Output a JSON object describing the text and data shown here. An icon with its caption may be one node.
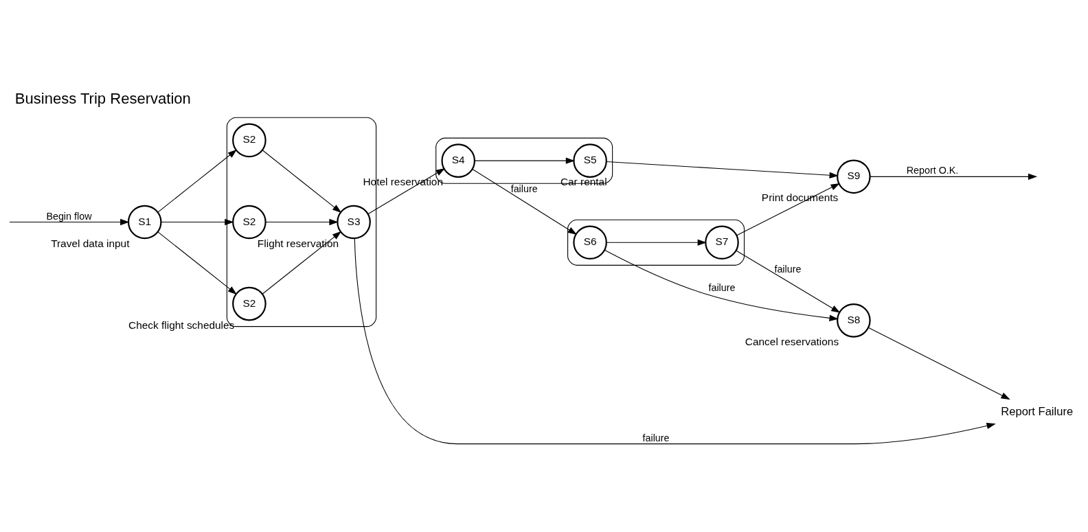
{
  "diagram": {
    "title": "Business Trip Reservation",
    "nodes": [
      {
        "text": [],
        "shape": "box"
      },
      {
        "text": [
          "S1"
        ],
        "beside": [
          "Travel data input"
        ]
      },
      {
        "text": [
          "S2"
        ],
        "in": 0
      },
      {
        "text": [
          "S2"
        ],
        "in": 0
      },
      {
        "text": [
          "S2"
        ],
        "in": 0,
        "beside": [
          "Check flight schedules"
        ]
      },
      {
        "text": [
          "S3"
        ],
        "in": 0,
        "beside": [
          "Flight reservation"
        ]
      },
      {
        "text": [],
        "shape": "box"
      },
      {
        "text": [
          "S4"
        ],
        "in": 6,
        "beside": [
          "Hotel reservation"
        ]
      },
      {
        "text": [
          "S5"
        ],
        "in": 6,
        "beside": [
          "Car rental"
        ]
      },
      {
        "text": [],
        "shape": "box"
      },
      {
        "text": [
          "S6"
        ],
        "in": 9
      },
      {
        "text": [
          "S7"
        ],
        "in": 9
      },
      {
        "text": [
          "S8"
        ],
        "beside": [
          "Cancel reservations"
        ]
      },
      {
        "text": [
          "S9"
        ],
        "beside": [
          "Print documents"
        ]
      },
      {
        "text": [
          "Report Failure"
        ]
      }
    ],
    "edges": [
      {
        "from": null,
        "to": 1,
        "arrow": "to",
        "label": "Begin flow"
      },
      {
        "from": 1,
        "to": 2,
        "arrow": "to"
      },
      {
        "from": 1,
        "to": 3,
        "arrow": "to"
      },
      {
        "from": 1,
        "to": 4,
        "arrow": "to"
      },
      {
        "from": 2,
        "to": 5,
        "arrow": "to"
      },
      {
        "from": 3,
        "to": 5,
        "arrow": "to"
      },
      {
        "from": 4,
        "to": 5,
        "arrow": "to"
      },
      {
        "from": 5,
        "to": 14,
        "arrow": "to",
        "label": "failure"
      },
      {
        "from": 12,
        "to": 14,
        "arrow": "to"
      },
      {
        "from": 5,
        "to": 7,
        "arrow": "to"
      },
      {
        "from": 7,
        "to": 8,
        "arrow": "to"
      },
      {
        "from": 8,
        "to": 13,
        "arrow": "to"
      },
      {
        "from": 7,
        "to": 10,
        "arrow": "to",
        "label": "failure"
      },
      {
        "from": 10,
        "to": 11,
        "arrow": "to"
      },
      {
        "from": 10,
        "to": 12,
        "arrow": "to",
        "label": "failure"
      },
      {
        "from": 11,
        "to": 12,
        "arrow": "to",
        "label": "failure"
      },
      {
        "from": 11,
        "to": 13,
        "arrow": "to"
      },
      {
        "from": 13,
        "to": null,
        "arrow": "to",
        "label": "Report O.K."
      }
    ]
  }
}
